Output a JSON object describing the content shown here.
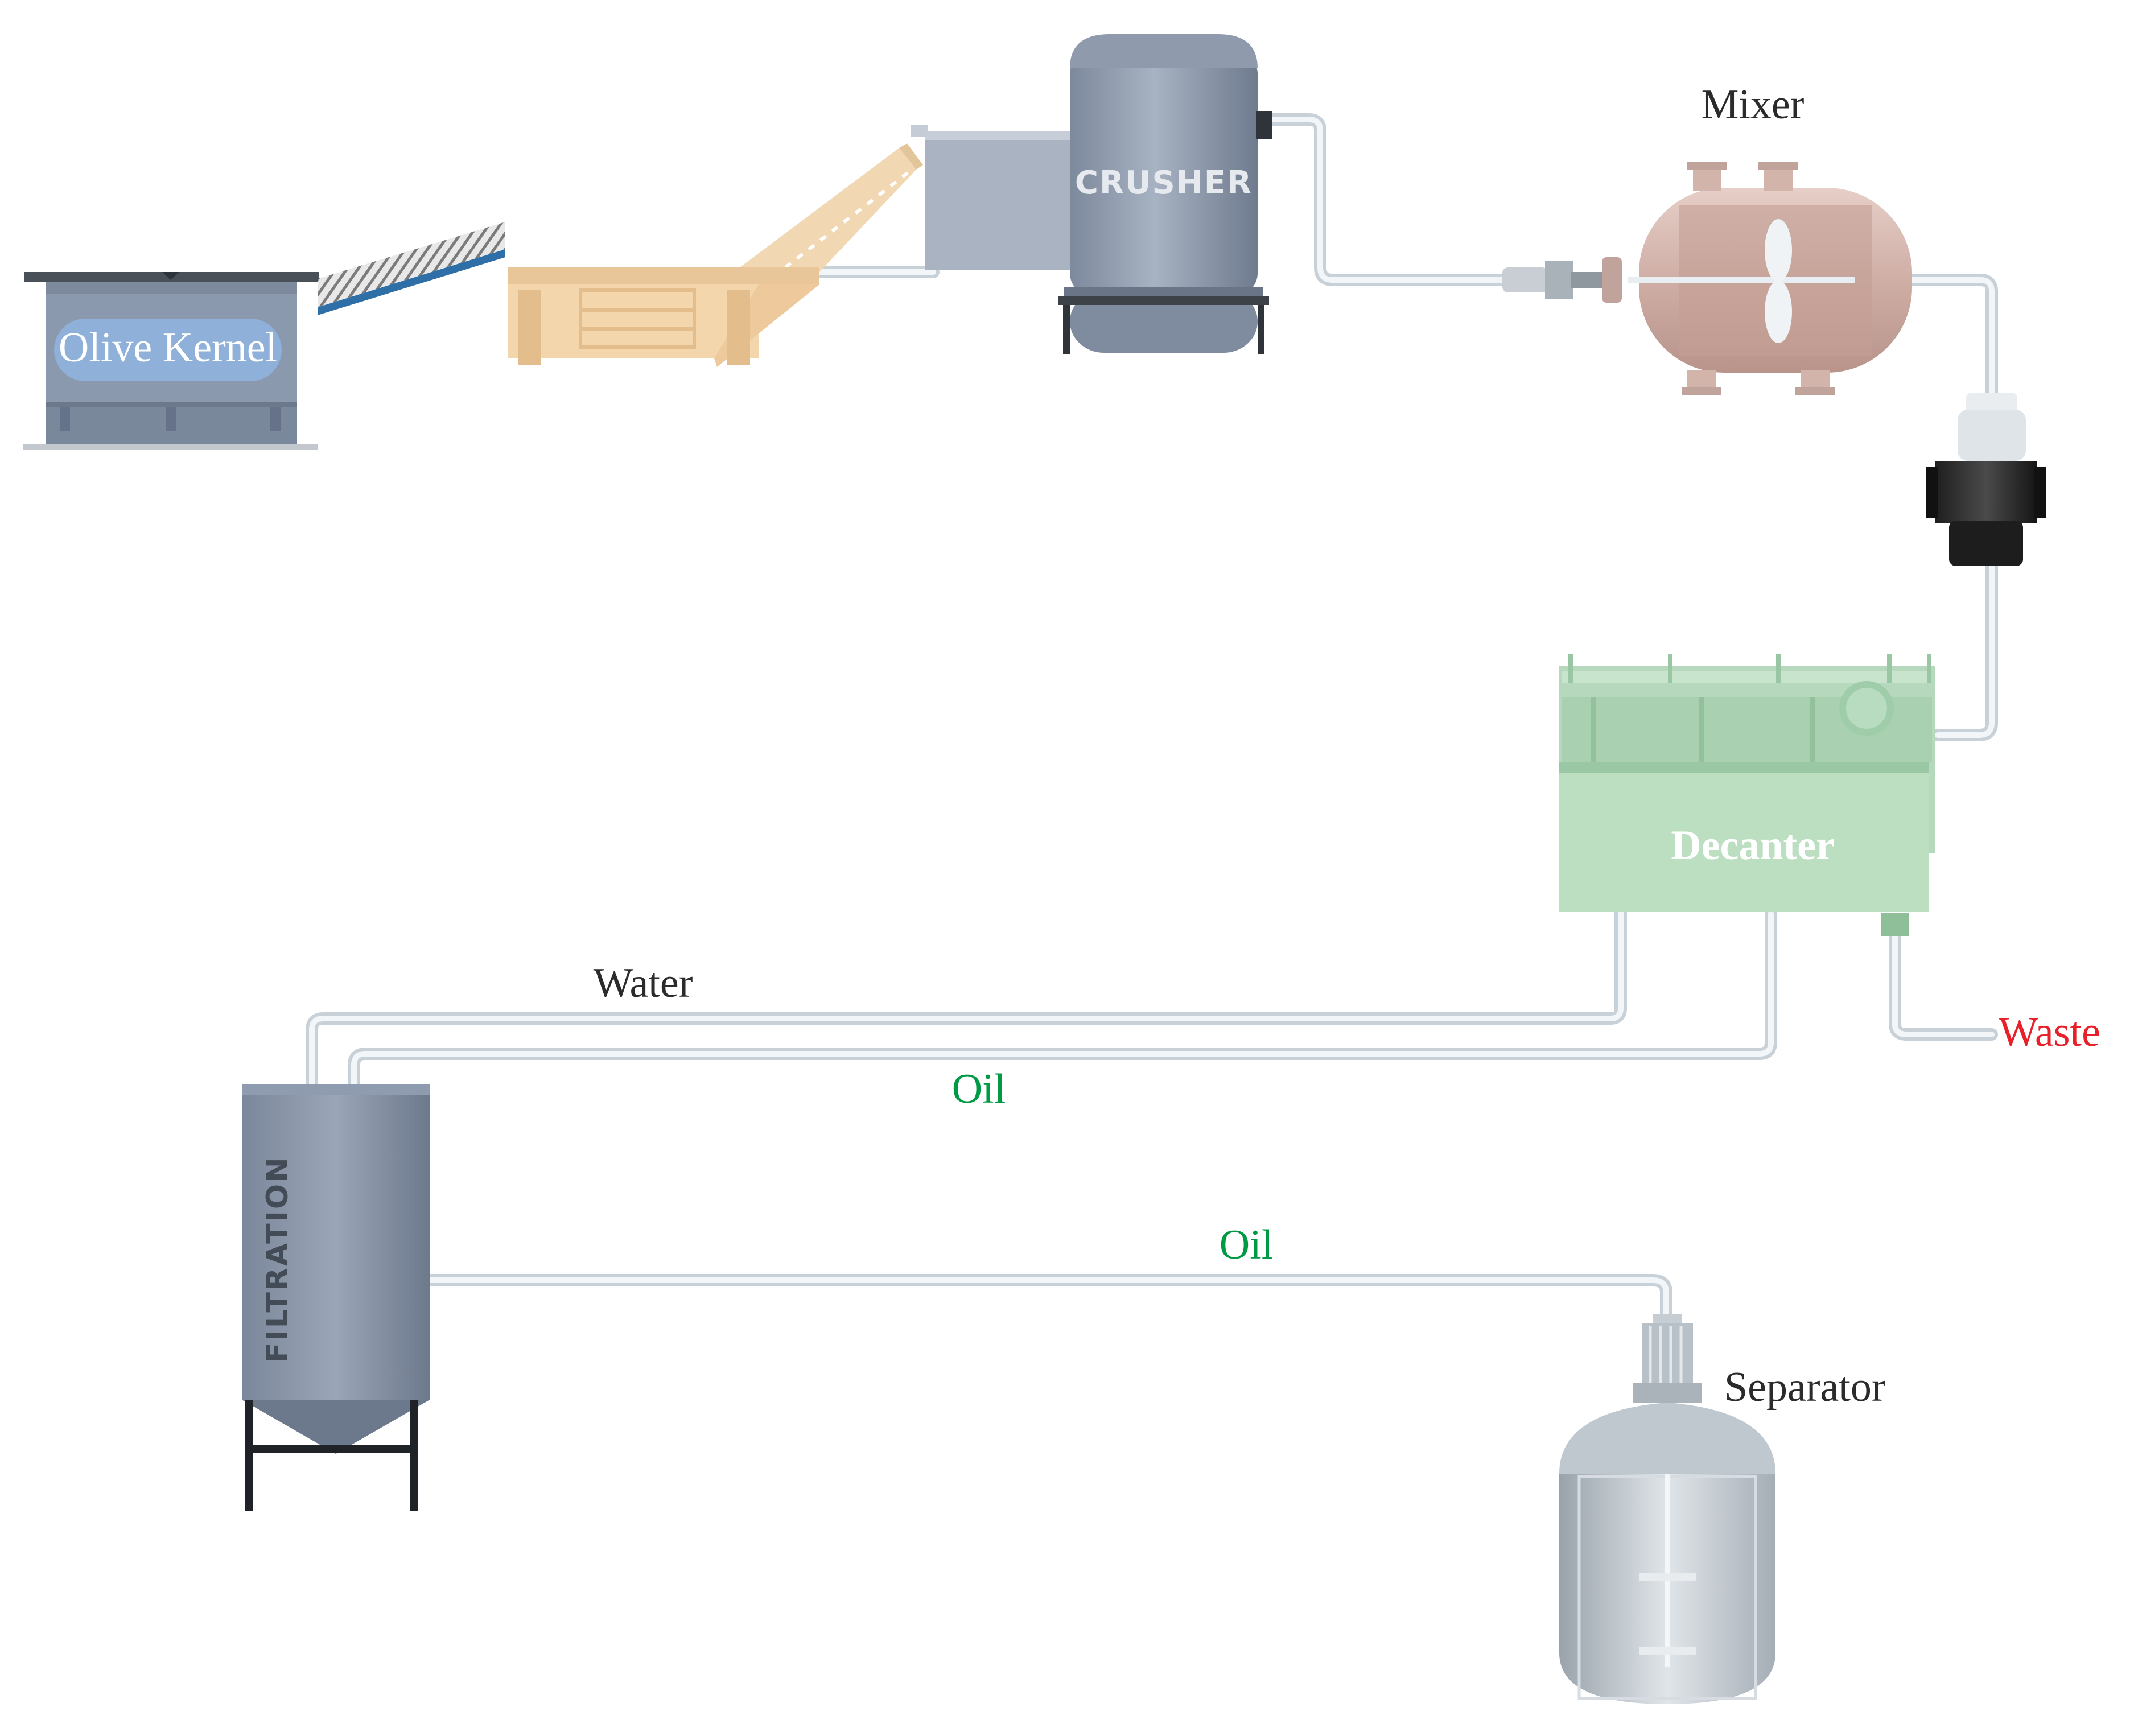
{
  "diagram": {
    "equipment": {
      "olive_kernel": "Olive Kernel",
      "crusher": "CRUSHER",
      "mixer": "Mixer",
      "decanter": "Decanter",
      "filtration": "FILTRATION",
      "separator": "Separator"
    },
    "flows": {
      "water": "Water",
      "oil_decanter": "Oil",
      "waste": "Waste",
      "oil_filtration": "Oil"
    }
  },
  "colors": {
    "flow_oil": "#009a44",
    "flow_waste": "#e8202a",
    "flow_water": "#2b2b2b",
    "decanter_body": "#b9dcc0",
    "mixer_body": "#d8b8b0",
    "steel": "#8e9aab"
  }
}
